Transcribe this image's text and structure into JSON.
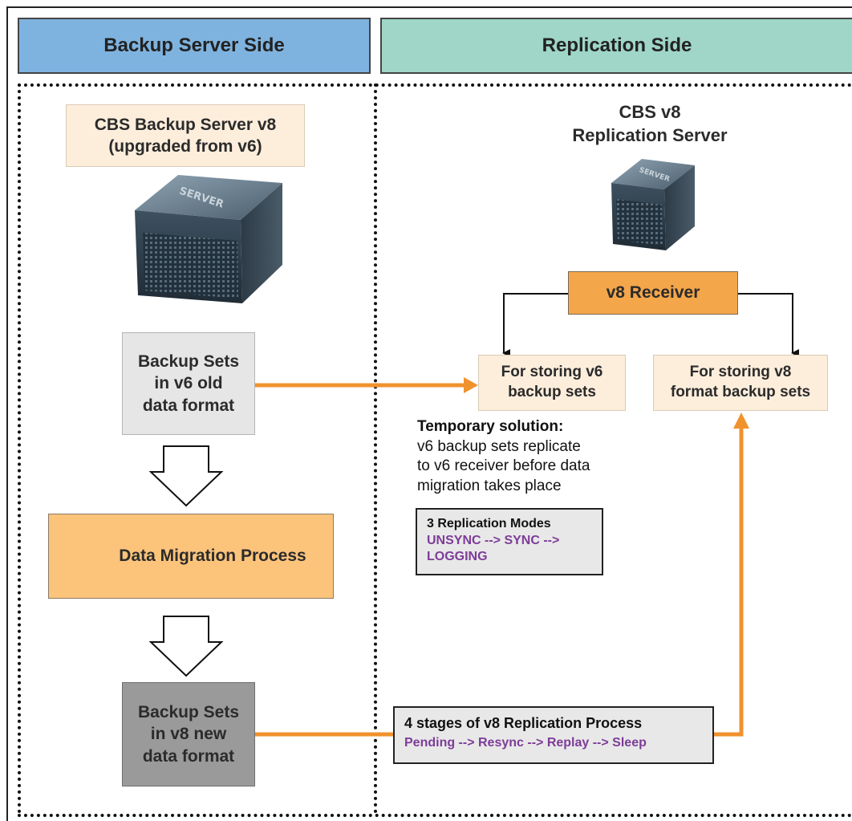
{
  "headers": {
    "left": "Backup Server Side",
    "right": "Replication Side"
  },
  "backup_server": {
    "title": "CBS Backup Server v8\n(upgraded from v6)",
    "icon": "server-icon",
    "icon_label": "SERVER"
  },
  "replication_server": {
    "title": "CBS v8\nReplication Server",
    "icon": "server-icon",
    "icon_label": "SERVER"
  },
  "boxes": {
    "v6_sets": "Backup Sets\nin v6 old\ndata format",
    "migration": "Data Migration Process",
    "v8_sets": "Backup Sets\nin v8 new\ndata format",
    "receiver": "v8 Receiver",
    "store_v6": "For storing v6\nbackup sets",
    "store_v8": "For storing v8\nformat backup sets"
  },
  "note": {
    "title": "Temporary solution:",
    "body": "v6 backup sets replicate\nto v6 receiver before data\nmigration takes place"
  },
  "replication_modes": {
    "title": "3 Replication Modes",
    "value": "UNSYNC --> SYNC -->\nLOGGING"
  },
  "replication_stages": {
    "title": "4 stages of v8 Replication Process",
    "value": "Pending --> Resync --> Replay --> Sleep"
  },
  "colors": {
    "header_left": "#7fb3df",
    "header_right": "#9fd6c7",
    "orange_connector": "#f0922e",
    "accent_purple": "#7d3c98"
  }
}
